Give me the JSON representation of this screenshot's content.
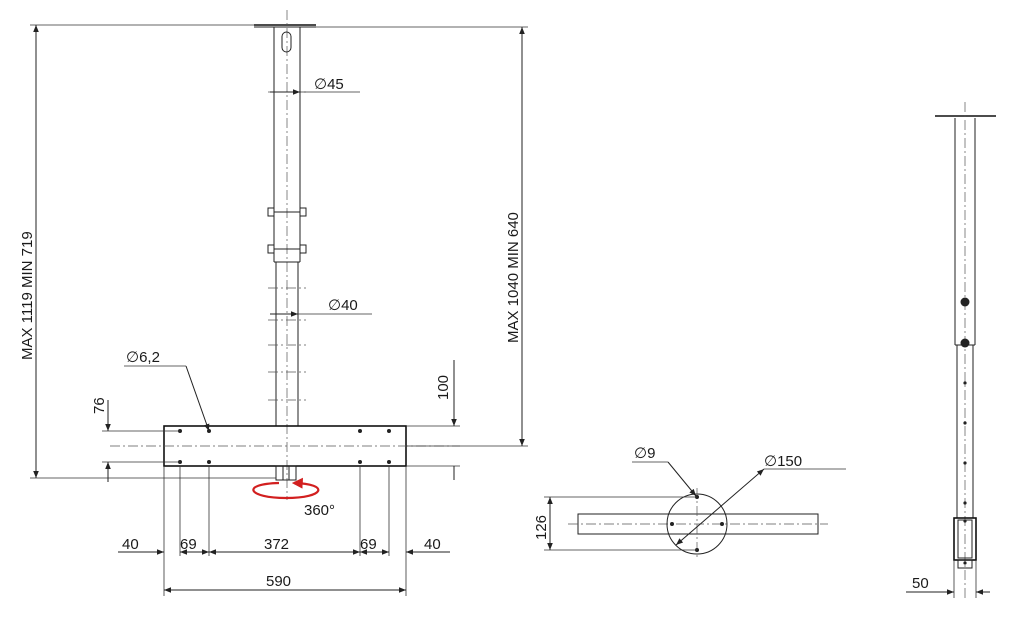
{
  "front_view": {
    "height_range_outer": "MAX 1119 MIN 719",
    "height_range_inner": "MAX 1040 MIN 640",
    "tube_upper_diameter": "45",
    "tube_lower_diameter": "40",
    "hole_diameter": "6,2",
    "bar_height": "76",
    "offset_height": "100",
    "rotation": "360°",
    "spacing": [
      "40",
      "69",
      "372",
      "69",
      "40"
    ],
    "total_width": "590"
  },
  "top_view": {
    "hole_diameter": "9",
    "plate_diameter": "150",
    "bar_height": "126"
  },
  "side_view": {
    "bracket_depth": "50"
  },
  "colors": {
    "line": "#222222",
    "rotation_arrow": "#d21f1f"
  },
  "diameter_symbol": "∅"
}
